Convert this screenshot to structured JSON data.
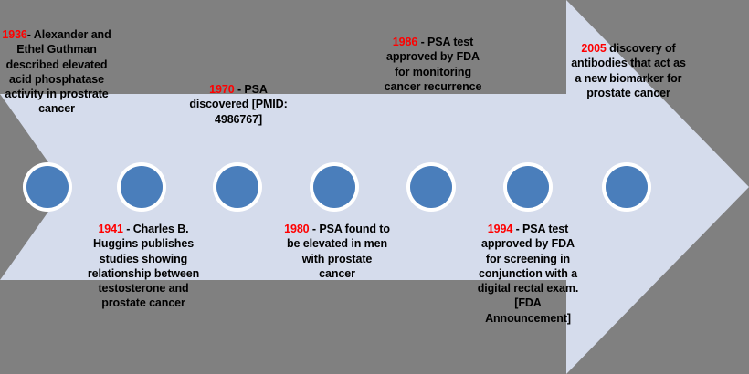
{
  "figure": {
    "kind": "horizontal-arrow-timeline",
    "subject": "History of prostate cancer biomarker discovery",
    "colors": {
      "background": "#808080",
      "arrow": "#d5dcec",
      "marker": "#4a7ebb",
      "marker_ring": "#ffffff",
      "year_text": "#ff0000",
      "body_text": "#000000"
    }
  },
  "events": [
    {
      "id": "event-1936",
      "year": "1936",
      "separator": "-",
      "position": "above",
      "text": "Alexander and Ethel Guthman described elevated acid phosphatase activity in prostrate cancer",
      "lines": [
        "Alexander and",
        "Ethel Guthman",
        "described",
        "elevated acid",
        "phosphatase",
        "activity in",
        "prostrate cancer"
      ]
    },
    {
      "id": "event-1941",
      "year": "1941",
      "separator": "-",
      "position": "below",
      "text": "Charles B. Huggins publishes studies showing relationship between testosterone and prostate cancer",
      "lines": [
        "Charles",
        "B. Huggins",
        "publishes",
        "studies showing",
        "relationship",
        "between",
        "testosterone",
        "and prostate",
        "cancer"
      ]
    },
    {
      "id": "event-1970",
      "year": "1970",
      "separator": "-",
      "position": "above",
      "text": "PSA discovered [PMID: 4986767]",
      "lines": [
        "PSA",
        "discovered",
        "[PMID:",
        "4986767]"
      ]
    },
    {
      "id": "event-1980",
      "year": "1980",
      "separator": "-",
      "position": "below",
      "text": "PSA found to be elevated in men with prostate cancer",
      "lines": [
        "PSA",
        "found to be",
        "elevated in men",
        "with prostate",
        "cancer"
      ]
    },
    {
      "id": "event-1986",
      "year": "1986",
      "separator": "-",
      "position": "above",
      "text": "PSA test approved by FDA for monitoring cancer recurrence",
      "lines": [
        "PSA test",
        "approved by",
        "FDA for",
        "monitoring",
        "cancer",
        "recurrence"
      ]
    },
    {
      "id": "event-1994",
      "year": "1994",
      "separator": "-",
      "position": "below",
      "text": "PSA test approved by FDA for screening in conjunction with a digital rectal exam. [FDA Announcement]",
      "lines": [
        "PSA test",
        "approved by",
        "FDA for",
        "screening in",
        "conjunction with",
        "a digital rectal",
        "exam. [FDA",
        "Announcement]"
      ]
    },
    {
      "id": "event-2005",
      "year": "2005",
      "separator": "",
      "position": "above",
      "text": "discovery of antibodies that act as a new biomarker for prostate cancer",
      "lines": [
        "discovery of",
        "antibodies that",
        "act as a new",
        "biomarker for",
        "prostate cancer"
      ]
    }
  ]
}
